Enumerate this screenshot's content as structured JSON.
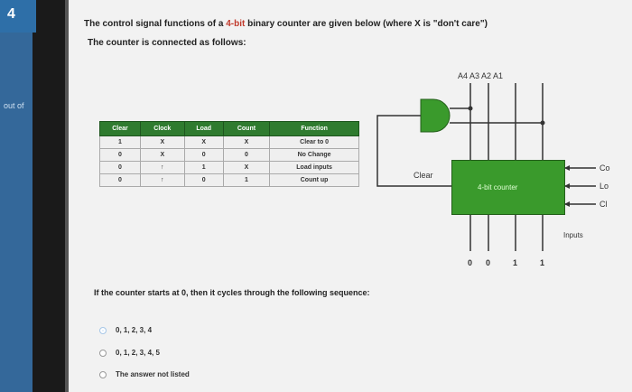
{
  "question": {
    "number": "4",
    "side_label": "out of",
    "line1_prefix": "The control signal functions of a ",
    "line1_accent": "4-bit",
    "line1_suffix": " binary counter are given below (where X is \"don't care\")",
    "line2": "The counter is connected as follows:"
  },
  "truth_table": {
    "headers": [
      "Clear",
      "Clock",
      "Load",
      "Count",
      "Function"
    ],
    "rows": [
      [
        "1",
        "X",
        "X",
        "X",
        "Clear to 0"
      ],
      [
        "0",
        "X",
        "0",
        "0",
        "No Change"
      ],
      [
        "0",
        "↑",
        "1",
        "X",
        "Load inputs"
      ],
      [
        "0",
        "↑",
        "0",
        "1",
        "Count up"
      ]
    ]
  },
  "diagram": {
    "outputs": "A4 A3   A2 A1",
    "clear_label": "Clear",
    "counter_label": "4-bit counter",
    "inputs_label": "Inputs",
    "input_values": [
      "0",
      "0",
      "1",
      "1"
    ],
    "side_labels": [
      "Co",
      "Lo",
      "Cl"
    ]
  },
  "sequence_question": "If the counter starts at 0, then it cycles through the following sequence:",
  "options": [
    {
      "label": "0, 1, 2, 3, 4",
      "selected": true
    },
    {
      "label": "0, 1, 2, 3, 4, 5",
      "selected": false
    },
    {
      "label": "The answer not listed",
      "selected": false
    }
  ]
}
